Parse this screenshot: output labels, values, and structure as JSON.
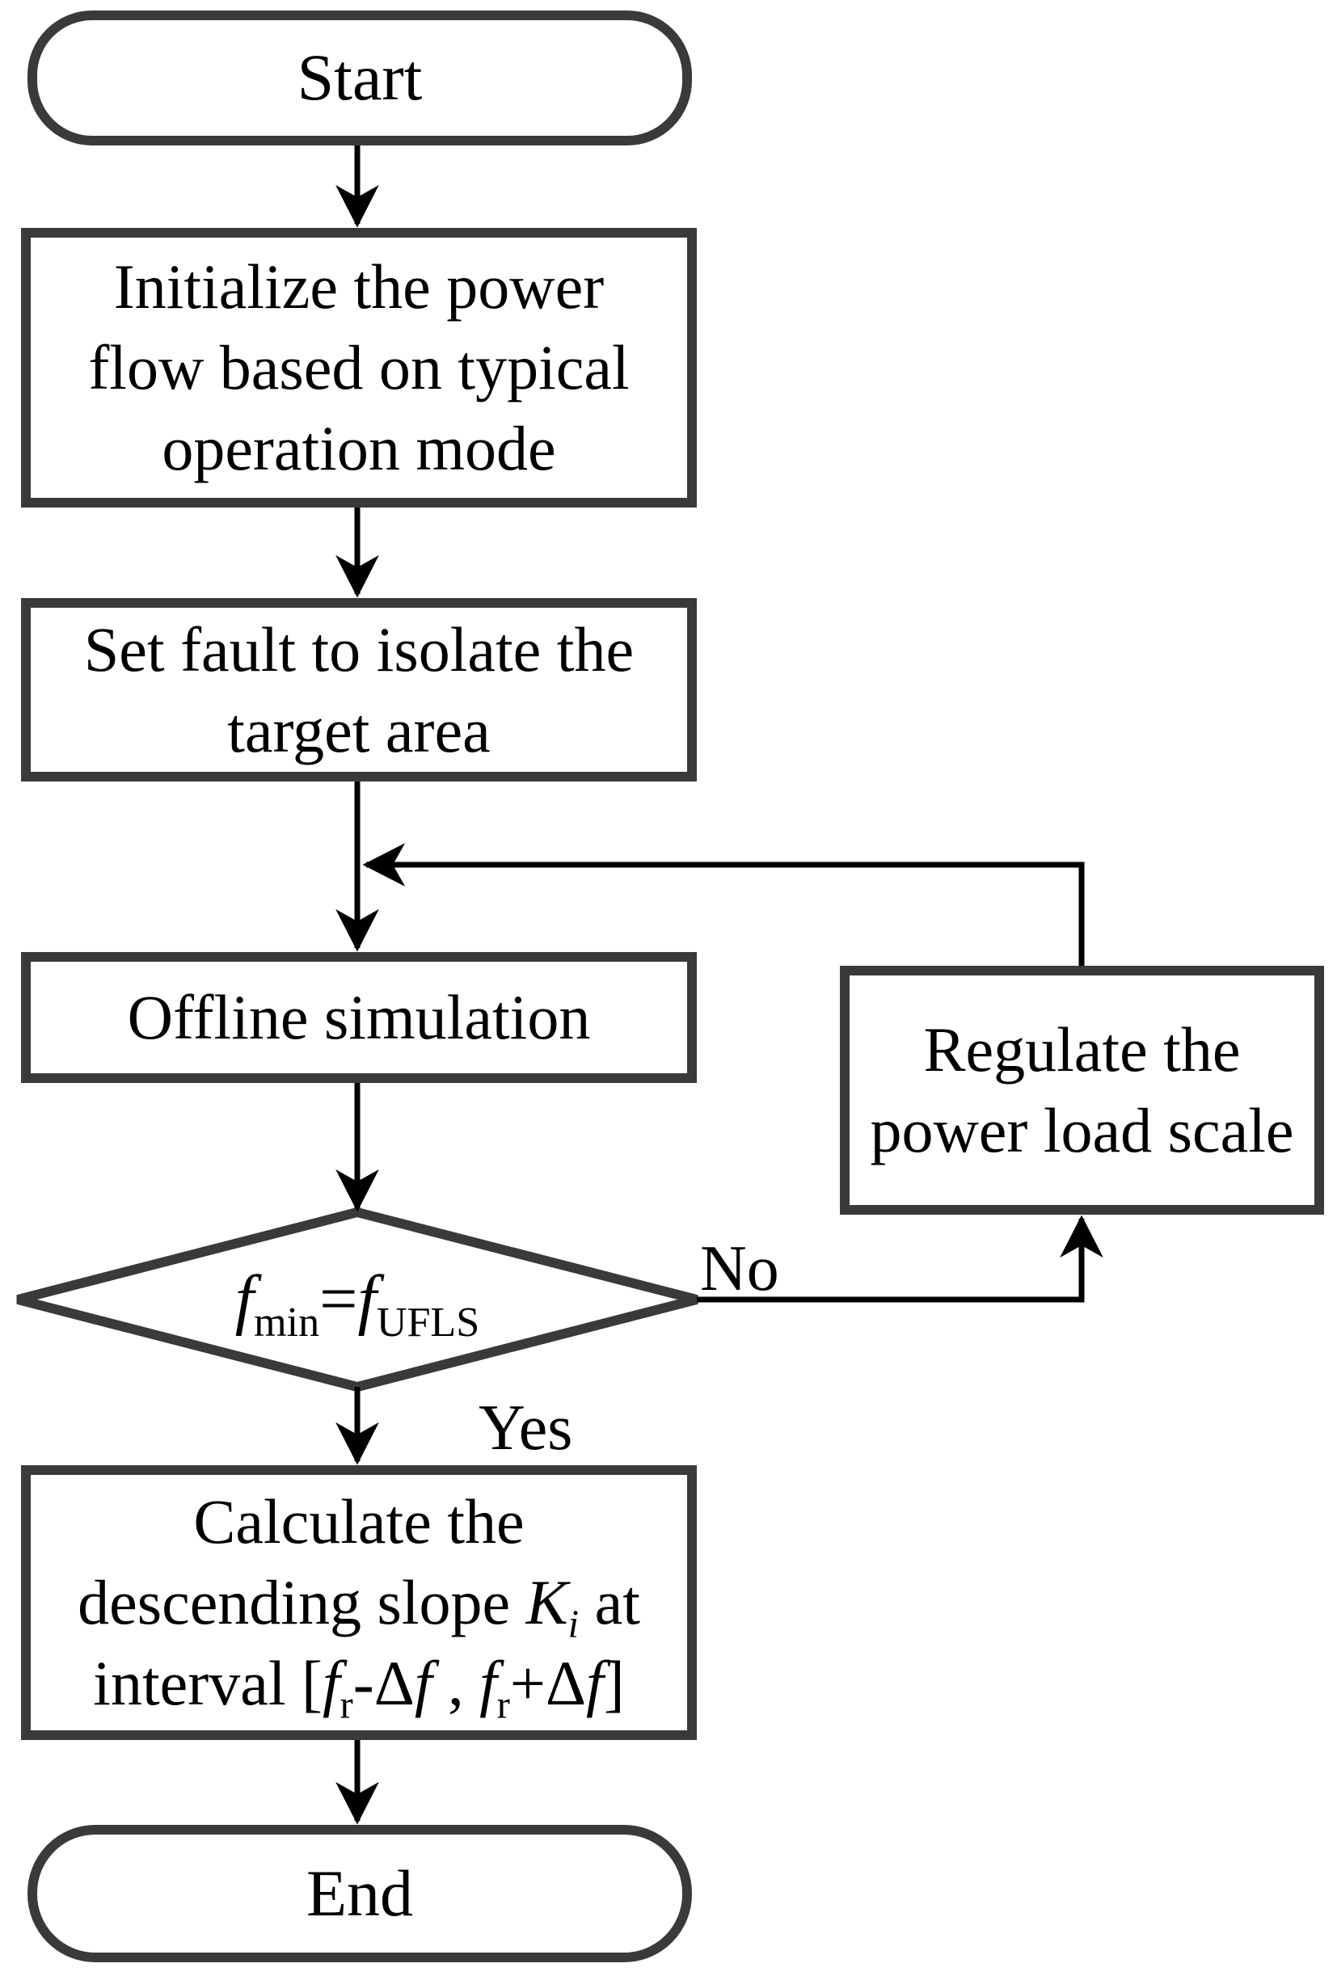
{
  "figure": {
    "type": "flowchart",
    "description": "UFLS frequency descending slope calculation procedure"
  },
  "colors": {
    "shape-border": "#3a3a3a",
    "connector": "#000000",
    "text": "#000000",
    "background": "#ffffff"
  },
  "nodes": {
    "start": {
      "label": "Start"
    },
    "initialize": {
      "line1": "Initialize the power",
      "line2": "flow based on typical",
      "line3": "operation mode"
    },
    "set_fault": {
      "line1": "Set fault to isolate the",
      "line2": "target area"
    },
    "offline": {
      "label": "Offline simulation"
    },
    "decision": {
      "f1": "f",
      "sub1": "min",
      "eq": "=",
      "f2": "f",
      "sub2": "UFLS"
    },
    "regulate": {
      "line1": "Regulate the",
      "line2": "power load scale"
    },
    "calculate": {
      "line1": "Calculate the",
      "line2_pre": "descending slope ",
      "line2_K": "K",
      "line2_Ksub": "i",
      "line2_post": " at",
      "line3_p1": "interval [",
      "line3_f1": "f",
      "line3_s1": "r",
      "line3_p2": "-Δ",
      "line3_f2": "f",
      "line3_p3": " , ",
      "line3_f3": "f",
      "line3_s3": "r",
      "line3_p4": "+Δ",
      "line3_f4": "f",
      "line3_p5": "]"
    },
    "end": {
      "label": "End"
    }
  },
  "edges": {
    "yes": "Yes",
    "no": "No"
  }
}
